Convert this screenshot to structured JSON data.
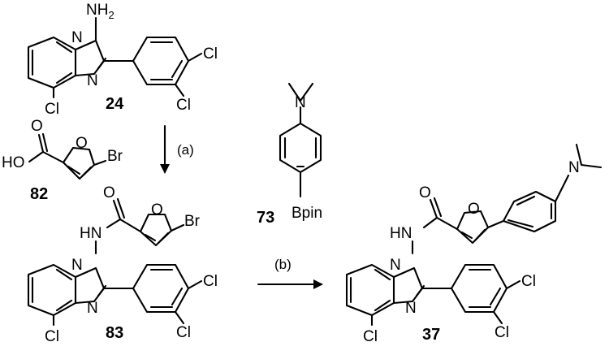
{
  "scheme": {
    "compounds": {
      "c24": {
        "number": "24",
        "NH2": "NH",
        "NH2_sub": "2",
        "N1": "N",
        "N2": "N",
        "Cl_a": "Cl",
        "Cl_b": "Cl",
        "Cl_c": "Cl"
      },
      "c82": {
        "number": "82",
        "HO": "HO",
        "O_ring": "O",
        "O_carbonyl": "O",
        "Br": "Br"
      },
      "c73": {
        "number": "73",
        "N": "N",
        "Bpin": "Bpin"
      },
      "c83": {
        "number": "83",
        "HN": "HN",
        "O_carbonyl": "O",
        "O_ring": "O",
        "Br": "Br",
        "N1": "N",
        "N2": "N",
        "Cl_a": "Cl",
        "Cl_b": "Cl",
        "Cl_c": "Cl"
      },
      "c37": {
        "number": "37",
        "HN": "HN",
        "O_carbonyl": "O",
        "O_ring": "O",
        "NMe2": "N",
        "N1": "N",
        "N2": "N",
        "Cl_a": "Cl",
        "Cl_b": "Cl",
        "Cl_c": "Cl"
      }
    },
    "conditions": {
      "step_a": "(a)",
      "step_b": "(b)"
    }
  }
}
